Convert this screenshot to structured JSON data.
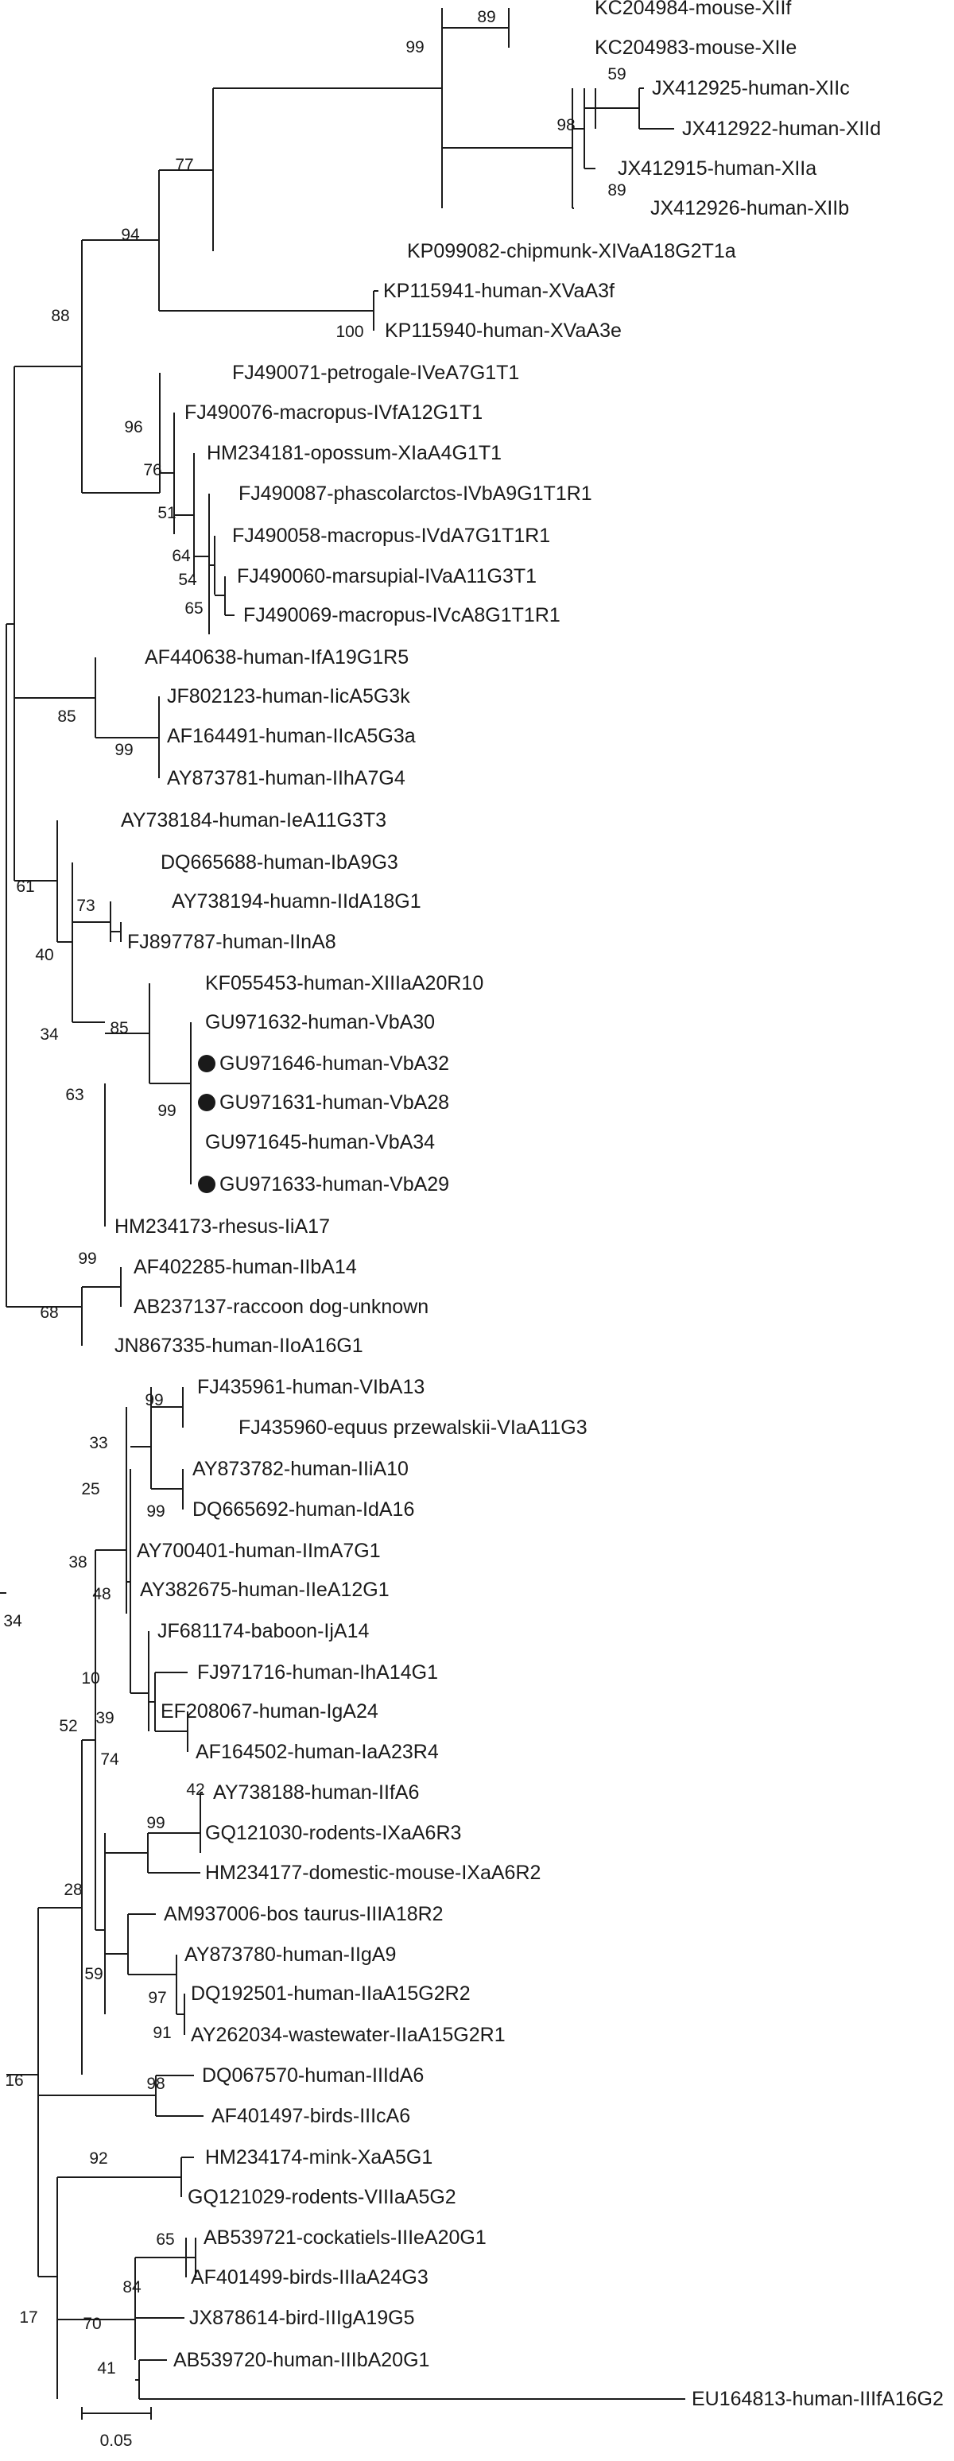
{
  "figure": {
    "type": "phylogenetic-tree",
    "line_color": "#1a1a1a",
    "marker_color": "#1a1a1a",
    "scale_bar_label": "0.05"
  },
  "taxa": [
    {
      "id": "t1",
      "label": "KC204984-mouse-XIIf"
    },
    {
      "id": "t2",
      "label": "KC204983-mouse-XIIe"
    },
    {
      "id": "t3",
      "label": "JX412925-human-XIIc"
    },
    {
      "id": "t4",
      "label": "JX412922-human-XIId"
    },
    {
      "id": "t5",
      "label": "JX412915-human-XIIa"
    },
    {
      "id": "t6",
      "label": "JX412926-human-XIIb"
    },
    {
      "id": "t7",
      "label": "KP099082-chipmunk-XIVaA18G2T1a"
    },
    {
      "id": "t8",
      "label": "KP115941-human-XVaA3f"
    },
    {
      "id": "t9",
      "label": "KP115940-human-XVaA3e"
    },
    {
      "id": "t10",
      "label": "FJ490071-petrogale-IVeA7G1T1"
    },
    {
      "id": "t11",
      "label": "FJ490076-macropus-IVfA12G1T1"
    },
    {
      "id": "t12",
      "label": "HM234181-opossum-XIaA4G1T1"
    },
    {
      "id": "t13",
      "label": "FJ490087-phascolarctos-IVbA9G1T1R1"
    },
    {
      "id": "t14",
      "label": "FJ490058-macropus-IVdA7G1T1R1"
    },
    {
      "id": "t15",
      "label": "FJ490060-marsupial-IVaA11G3T1"
    },
    {
      "id": "t16",
      "label": "FJ490069-macropus-IVcA8G1T1R1"
    },
    {
      "id": "t17",
      "label": "AF440638-human-IfA19G1R5"
    },
    {
      "id": "t18",
      "label": "JF802123-human-IicA5G3k"
    },
    {
      "id": "t19",
      "label": "AF164491-human-IIcA5G3a"
    },
    {
      "id": "t20",
      "label": "AY873781-human-IIhA7G4"
    },
    {
      "id": "t21",
      "label": "AY738184-human-IeA11G3T3"
    },
    {
      "id": "t22",
      "label": "DQ665688-human-IbA9G3"
    },
    {
      "id": "t23",
      "label": "AY738194-huamn-IIdA18G1"
    },
    {
      "id": "t24",
      "label": "FJ897787-human-IInA8"
    },
    {
      "id": "t25",
      "label": "KF055453-human-XIIIaA20R10"
    },
    {
      "id": "t26",
      "label": "GU971632-human-VbA30",
      "marker": false
    },
    {
      "id": "t27",
      "label": "GU971646-human-VbA32",
      "marker": true
    },
    {
      "id": "t28",
      "label": "GU971631-human-VbA28",
      "marker": true
    },
    {
      "id": "t29",
      "label": "GU971645-human-VbA34",
      "marker": false
    },
    {
      "id": "t30",
      "label": "GU971633-human-VbA29",
      "marker": true
    },
    {
      "id": "t31",
      "label": "HM234173-rhesus-IiA17"
    },
    {
      "id": "t32",
      "label": "AF402285-human-IIbA14"
    },
    {
      "id": "t33",
      "label": "AB237137-raccoon dog-unknown"
    },
    {
      "id": "t34",
      "label": "JN867335-human-IIoA16G1"
    },
    {
      "id": "t35",
      "label": "FJ435961-human-VIbA13"
    },
    {
      "id": "t36",
      "label": "FJ435960-equus przewalskii-VIaA11G3"
    },
    {
      "id": "t37",
      "label": "AY873782-human-IIiA10"
    },
    {
      "id": "t38",
      "label": "DQ665692-human-IdA16"
    },
    {
      "id": "t39",
      "label": "AY700401-human-IImA7G1"
    },
    {
      "id": "t40",
      "label": "AY382675-human-IIeA12G1"
    },
    {
      "id": "t41",
      "label": "JF681174-baboon-IjA14"
    },
    {
      "id": "t42",
      "label": "FJ971716-human-IhA14G1"
    },
    {
      "id": "t43",
      "label": "EF208067-human-IgA24"
    },
    {
      "id": "t44",
      "label": "AF164502-human-IaA23R4"
    },
    {
      "id": "t45",
      "label": "AY738188-human-IIfA6"
    },
    {
      "id": "t46",
      "label": "GQ121030-rodents-IXaA6R3"
    },
    {
      "id": "t47",
      "label": "HM234177-domestic-mouse-IXaA6R2"
    },
    {
      "id": "t48",
      "label": "AM937006-bos taurus-IIIA18R2"
    },
    {
      "id": "t49",
      "label": "AY873780-human-IIgA9"
    },
    {
      "id": "t50",
      "label": "DQ192501-human-IIaA15G2R2"
    },
    {
      "id": "t51",
      "label": "AY262034-wastewater-IIaA15G2R1"
    },
    {
      "id": "t52",
      "label": "DQ067570-human-IIIdA6"
    },
    {
      "id": "t53",
      "label": "AF401497-birds-IIIcA6"
    },
    {
      "id": "t54",
      "label": "HM234174-mink-XaA5G1"
    },
    {
      "id": "t55",
      "label": "GQ121029-rodents-VIIIaA5G2"
    },
    {
      "id": "t56",
      "label": "AB539721-cockatiels-IIIeA20G1"
    },
    {
      "id": "t57",
      "label": "AF401499-birds-IIIaA24G3"
    },
    {
      "id": "t58",
      "label": "JX878614-bird-IIIgA19G5"
    },
    {
      "id": "t59",
      "label": "AB539720-human-IIIbA20G1"
    },
    {
      "id": "t60",
      "label": "EU164813-human-IIIfA16G2"
    }
  ],
  "support_values": [
    "89",
    "99",
    "59",
    "98",
    "89",
    "77",
    "94",
    "100",
    "88",
    "96",
    "76",
    "51",
    "64",
    "54",
    "65",
    "85",
    "99",
    "61",
    "40",
    "73",
    "34",
    "85",
    "99",
    "63",
    "99",
    "68",
    "99",
    "33",
    "99",
    "25",
    "38",
    "48",
    "10",
    "39",
    "74",
    "52",
    "42",
    "99",
    "28",
    "59",
    "97",
    "91",
    "34",
    "98",
    "16",
    "92",
    "65",
    "84",
    "17",
    "70",
    "41"
  ]
}
